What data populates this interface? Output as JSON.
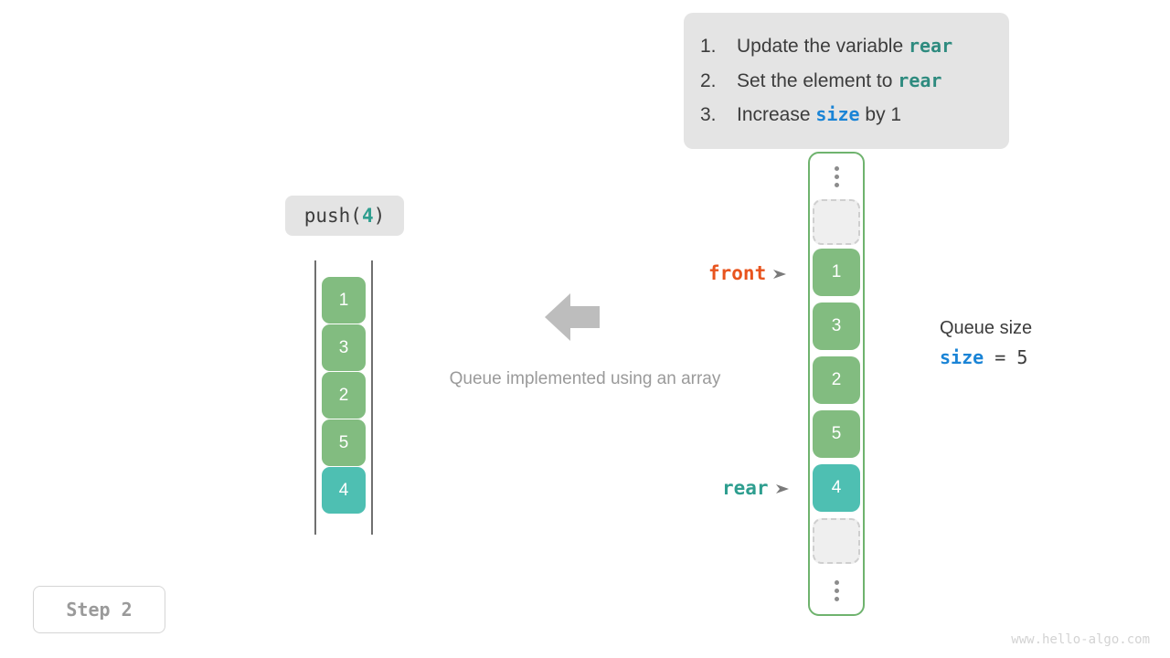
{
  "instructions": {
    "items": [
      {
        "num": "1.",
        "pre": "Update the variable ",
        "code": "rear",
        "code_style": "teal",
        "post": ""
      },
      {
        "num": "2.",
        "pre": "Set the element to ",
        "code": "rear",
        "code_style": "teal",
        "post": ""
      },
      {
        "num": "3.",
        "pre": "Increase ",
        "code": "size",
        "code_style": "blue",
        "post": " by 1"
      }
    ]
  },
  "operation": {
    "name": "push(",
    "arg": "4",
    "close": ")"
  },
  "array": {
    "cells": [
      {
        "value": "1",
        "color": "green"
      },
      {
        "value": "3",
        "color": "green"
      },
      {
        "value": "2",
        "color": "green"
      },
      {
        "value": "5",
        "color": "green"
      },
      {
        "value": "4",
        "color": "teal"
      }
    ]
  },
  "middle": {
    "caption": "Queue implemented using an array",
    "arrow_icon": "arrow-left-icon"
  },
  "queue": {
    "top_ellipsis": "vertical-ellipsis",
    "bottom_ellipsis": "vertical-ellipsis",
    "cells": [
      {
        "value": "1",
        "color": "green"
      },
      {
        "value": "3",
        "color": "green"
      },
      {
        "value": "2",
        "color": "green"
      },
      {
        "value": "5",
        "color": "green"
      },
      {
        "value": "4",
        "color": "teal"
      }
    ]
  },
  "pointers": {
    "front": {
      "label": "front",
      "color": "#e8541e"
    },
    "rear": {
      "label": "rear",
      "color": "#2e9e8f"
    }
  },
  "size_info": {
    "title": "Queue size",
    "var": "size",
    "equals": "=",
    "value": "5"
  },
  "step": {
    "label": "Step 2"
  },
  "watermark": {
    "text": "www.hello-algo.com"
  },
  "colors": {
    "green": "#82bc80",
    "teal": "#4ebfb2",
    "panel_bg": "#e4e4e4",
    "border_green": "#6fb36e",
    "front_orange": "#e8541e",
    "rear_teal": "#2e9e8f",
    "size_blue": "#1a84d6"
  }
}
